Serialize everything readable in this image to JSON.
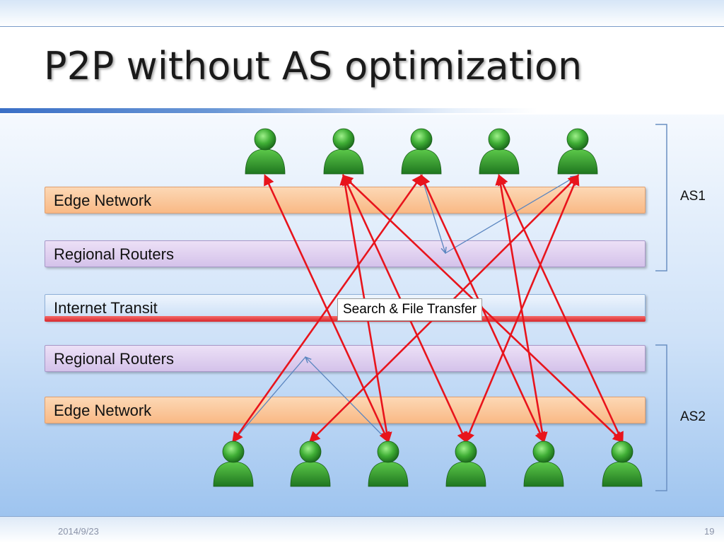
{
  "slide": {
    "title": "P2P without AS optimization",
    "date": "2014/9/23",
    "page_number": "19"
  },
  "layers": [
    {
      "id": "edge-as1",
      "label": "Edge Network"
    },
    {
      "id": "regional-as1",
      "label": "Regional Routers"
    },
    {
      "id": "transit",
      "label": "Internet Transit"
    },
    {
      "id": "regional-as2",
      "label": "Regional Routers"
    },
    {
      "id": "edge-as2",
      "label": "Edge Network"
    }
  ],
  "groups": [
    {
      "label": "AS1"
    },
    {
      "label": "AS2"
    }
  ],
  "callout": "Search & File Transfer",
  "colors": {
    "peer": "#2e9e2e",
    "transfer_arrow": "#e8141c",
    "local_arrow": "#5b86c0"
  },
  "icons": {
    "peer": "user-icon"
  }
}
